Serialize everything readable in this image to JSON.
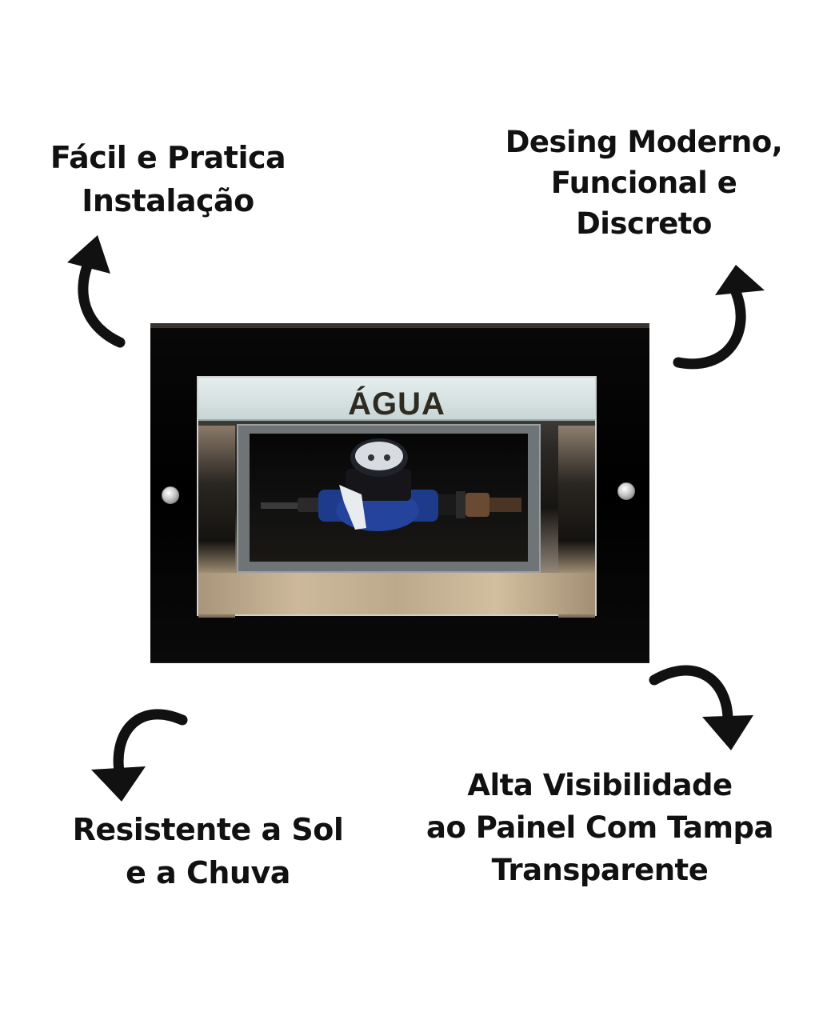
{
  "features": {
    "top_left": [
      "Fácil e Pratica",
      "Instalação"
    ],
    "top_right": [
      "Desing Moderno,",
      "Funcional e",
      "Discreto"
    ],
    "bottom_left": [
      "Resistente a Sol",
      "e a Chuva"
    ],
    "bottom_right": [
      "Alta Visibilidade",
      "ao Painel Com Tampa",
      "Transparente"
    ]
  },
  "product": {
    "label": "ÁGUA"
  },
  "icons": [
    "curved-arrow-up-icon",
    "curved-arrow-down-icon"
  ],
  "colors": {
    "text": "#111111",
    "frame": "#000000",
    "meter_body": "#1e3a8a"
  }
}
